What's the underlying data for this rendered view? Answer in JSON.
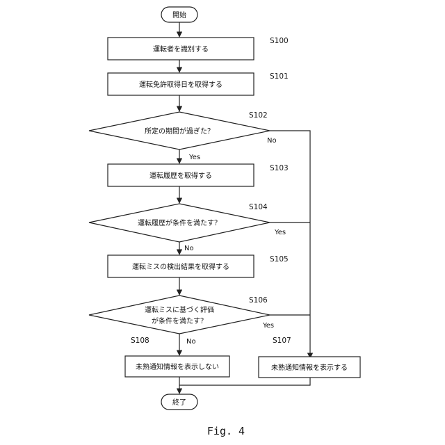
{
  "diagram": {
    "caption": "Fig. 4",
    "nodes": {
      "start": {
        "text": "開始"
      },
      "s100": {
        "step": "S100",
        "text": "運転者を識別する"
      },
      "s101": {
        "step": "S101",
        "text": "運転免許取得日を取得する"
      },
      "s102": {
        "step": "S102",
        "text": "所定の期間が過ぎた？"
      },
      "s103": {
        "step": "S103",
        "text": "運転履歴を取得する"
      },
      "s104": {
        "step": "S104",
        "text": "運転履歴が条件を満たす？"
      },
      "s105": {
        "step": "S105",
        "text": "運転ミスの検出結果を取得する"
      },
      "s106": {
        "step": "S106",
        "text_line1": "運転ミスに基づく評価",
        "text_line2": "が条件を満たす？"
      },
      "s107": {
        "step": "S107",
        "text": "未熟通知情報を表示する"
      },
      "s108": {
        "step": "S108",
        "text": "未熟通知情報を表示しない"
      },
      "end": {
        "text": "終了"
      }
    },
    "edge_labels": {
      "s102_yes": "Yes",
      "s102_no": "No",
      "s104_yes": "Yes",
      "s104_no": "No",
      "s106_yes": "Yes",
      "s106_no": "No"
    }
  }
}
